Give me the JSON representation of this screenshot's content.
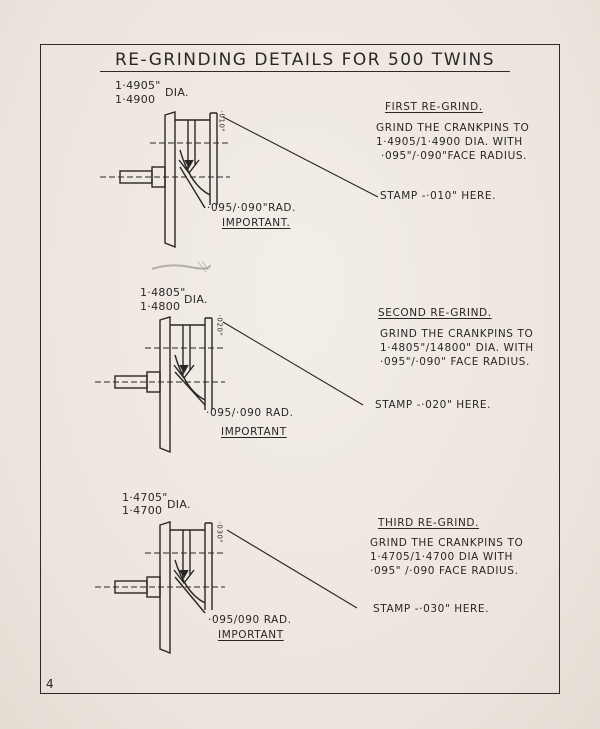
{
  "title": "RE-GRINDING DETAILS FOR 500 TWINS",
  "page_number": "4",
  "sections": [
    {
      "dia_upper": "1·4905\"",
      "dia_suffix": "DIA.",
      "dia_lower": "1·4900",
      "rad_label": "·095/·090\"RAD.",
      "important": "IMPORTANT.",
      "shaft_mark": "·010\"",
      "heading": "FIRST RE-GRIND.",
      "line1": "GRIND THE CRANKPINS TO",
      "line2": "1·4905/1·4900 DIA. WITH",
      "line3": "·095\"/·090\"FACE RADIUS.",
      "stamp": "STAMP -·010\" HERE."
    },
    {
      "dia_upper": "1·4805\"",
      "dia_suffix": "DIA.",
      "dia_lower": "1·4800",
      "rad_label": "·095/·090 RAD.",
      "important": "IMPORTANT",
      "shaft_mark": "·020\"",
      "heading": "SECOND RE-GRIND.",
      "line1": "GRIND THE CRANKPINS TO",
      "line2": "1·4805\"/14800\" DIA. WITH",
      "line3": "·095\"/·090\" FACE RADIUS.",
      "stamp": "STAMP -·020\" HERE."
    },
    {
      "dia_upper": "1·4705\"",
      "dia_suffix": "DIA.",
      "dia_lower": "1·4700",
      "rad_label": "·095/090 RAD.",
      "important": "IMPORTANT",
      "shaft_mark": "·030\"",
      "heading": "THIRD RE-GRIND.",
      "line1": "GRIND THE CRANKPINS TO",
      "line2": "1·4705/1·4700 DIA WITH",
      "line3": "·095\" /·090 FACE RADIUS.",
      "stamp": "STAMP -·030\" HERE."
    }
  ]
}
